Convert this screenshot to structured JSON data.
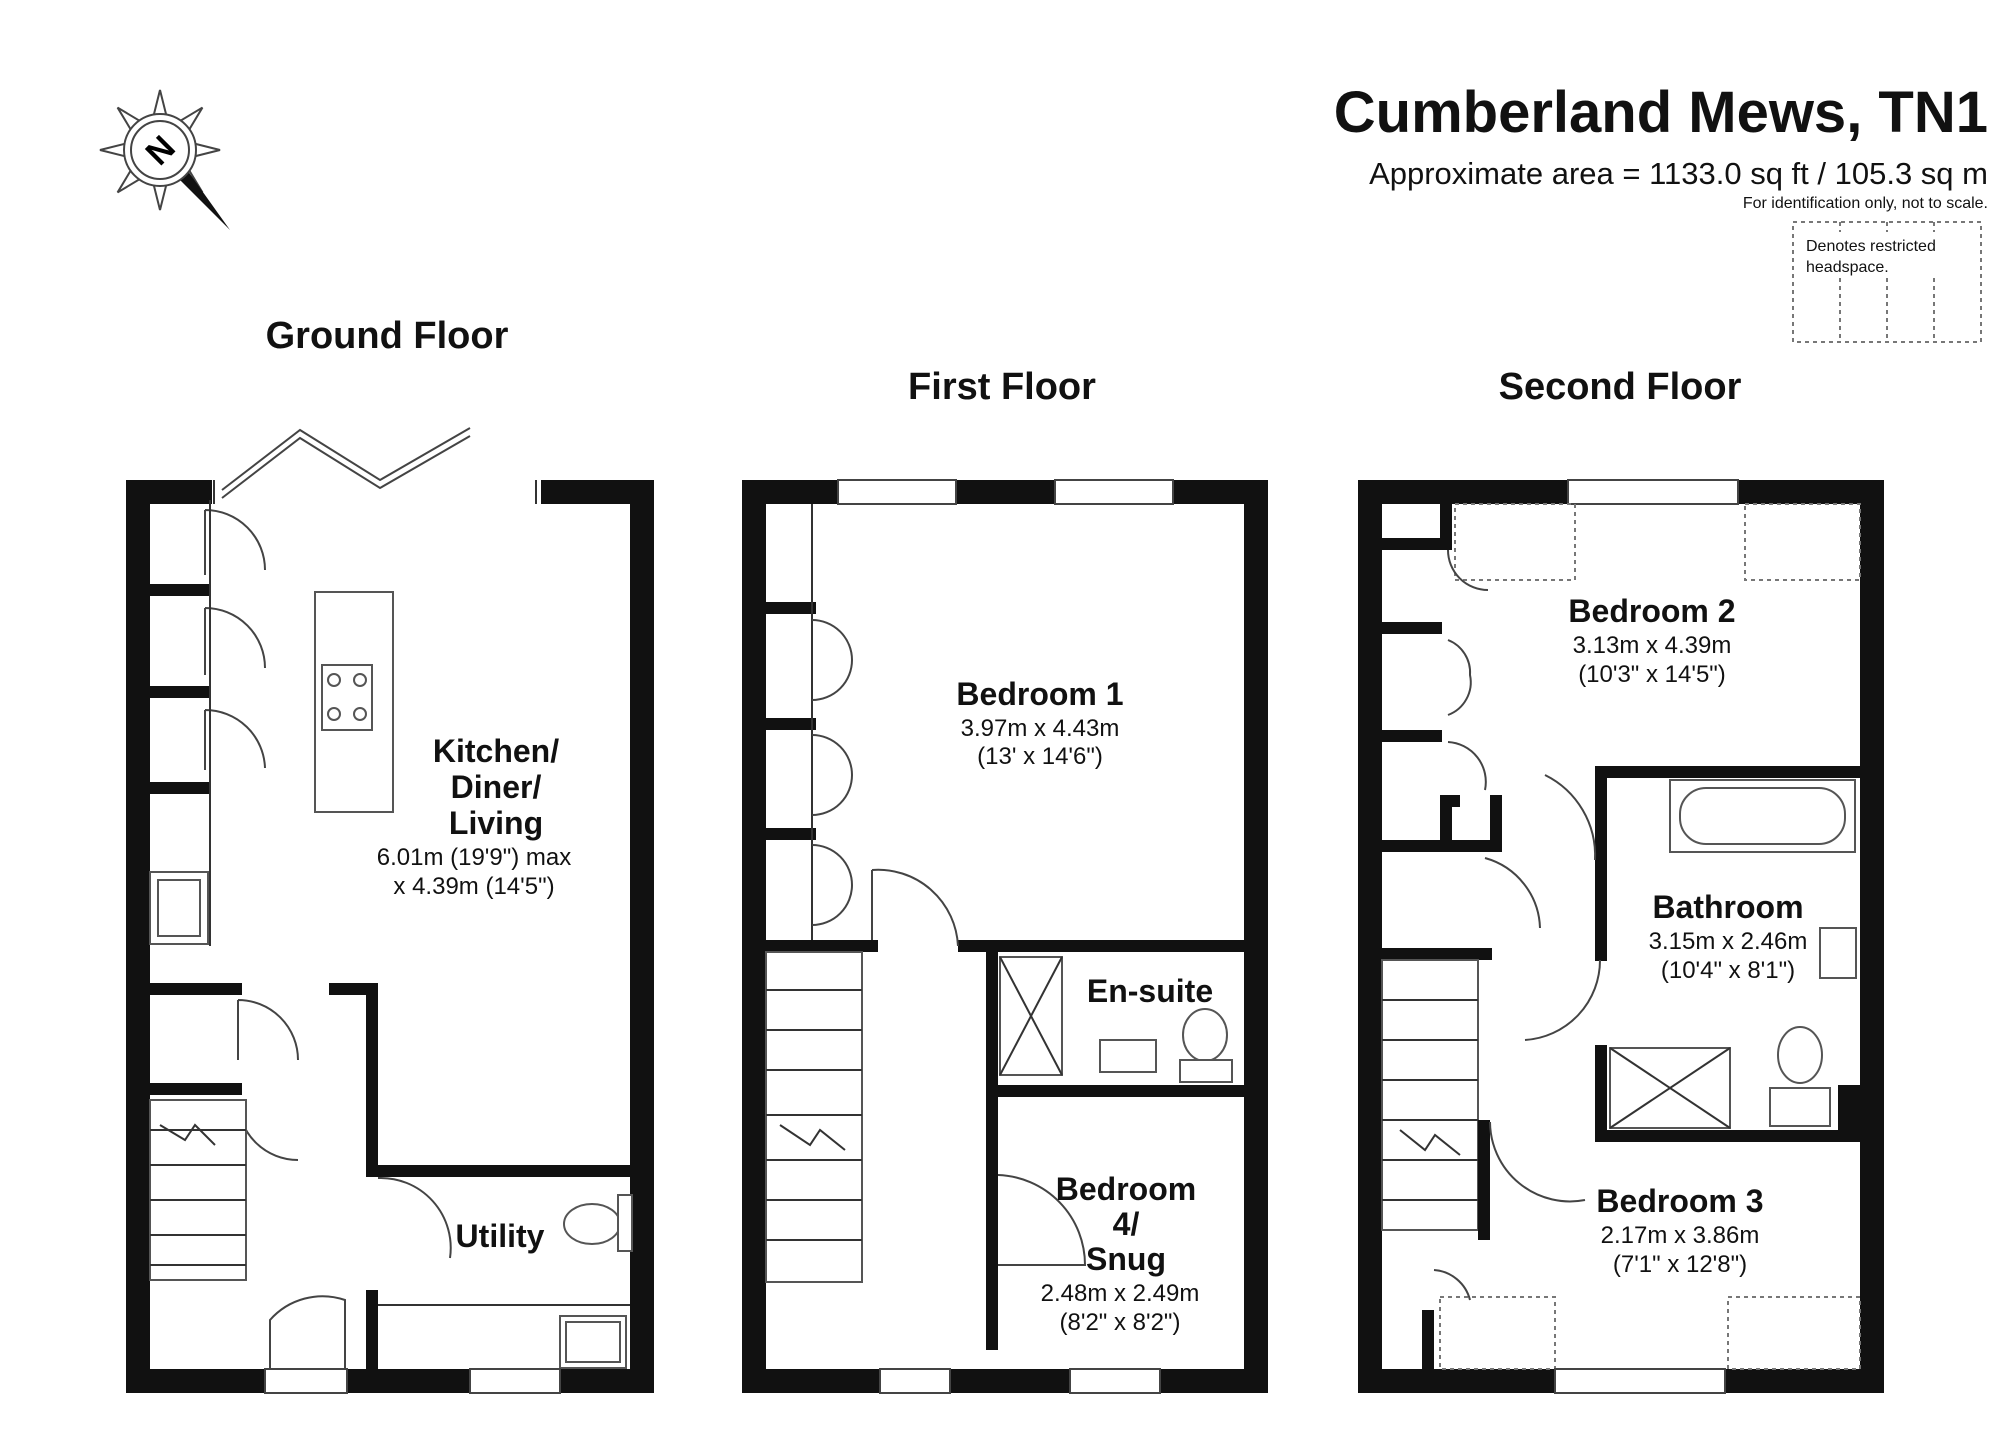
{
  "header": {
    "title": "Cumberland Mews, TN1",
    "area": "Approximate area = 1133.0 sq ft / 105.3 sq m",
    "disclaimer": "For identification only, not to scale.",
    "legend_text_1": "Denotes restricted",
    "legend_text_2": "headspace."
  },
  "compass": {
    "letter": "N"
  },
  "floors": {
    "ground": {
      "label": "Ground Floor",
      "kitchen": {
        "l1": "Kitchen/",
        "l2": "Diner/",
        "l3": "Living",
        "d1": "6.01m (19'9\") max",
        "d2": "x 4.39m (14'5\")"
      },
      "utility": {
        "name": "Utility"
      }
    },
    "first": {
      "label": "First Floor",
      "bedroom1": {
        "name": "Bedroom 1",
        "d1": "3.97m x 4.43m",
        "d2": "(13' x 14'6\")"
      },
      "ensuite": {
        "name": "En-suite"
      },
      "bedroom4": {
        "l1": "Bedroom",
        "l2": "4/",
        "l3": "Snug",
        "d1": "2.48m x 2.49m",
        "d2": "(8'2\" x 8'2\")"
      }
    },
    "second": {
      "label": "Second Floor",
      "bedroom2": {
        "name": "Bedroom 2",
        "d1": "3.13m x 4.39m",
        "d2": "(10'3\" x 14'5\")"
      },
      "bathroom": {
        "name": "Bathroom",
        "d1": "3.15m x 2.46m",
        "d2": "(10'4\" x 8'1\")"
      },
      "bedroom3": {
        "name": "Bedroom 3",
        "d1": "2.17m x 3.86m",
        "d2": "(7'1\" x 12'8\")"
      }
    }
  }
}
